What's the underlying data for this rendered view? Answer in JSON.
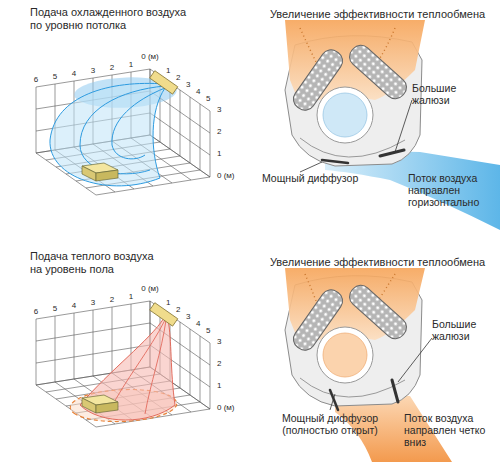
{
  "diagram": {
    "labels": [
      "Подача охлажденного воздуха по уровню потолка",
      "6",
      "5",
      "4",
      "3",
      "2",
      "1",
      "0 (м)",
      "1",
      "2",
      "3",
      "4",
      "5",
      "3",
      "2",
      "1",
      "0 (м)",
      "Увеличение эффективности теплообмена",
      "Большие жалюзи",
      "Мощный диффузор",
      "Поток воздуха направлен горизонтально",
      "Подача теплого воздуха на уровень пола",
      "6",
      "5",
      "4",
      "3",
      "2",
      "1",
      "0 (м)",
      "1",
      "2",
      "3",
      "4",
      "5",
      "3",
      "2",
      "1",
      "0 (м)",
      "Увеличение эффективности теплообмена",
      "Большие жалюзи",
      "Мощный диффузор (полностью открыт)",
      "Поток воздуха направлен четко вниз"
    ]
  }
}
